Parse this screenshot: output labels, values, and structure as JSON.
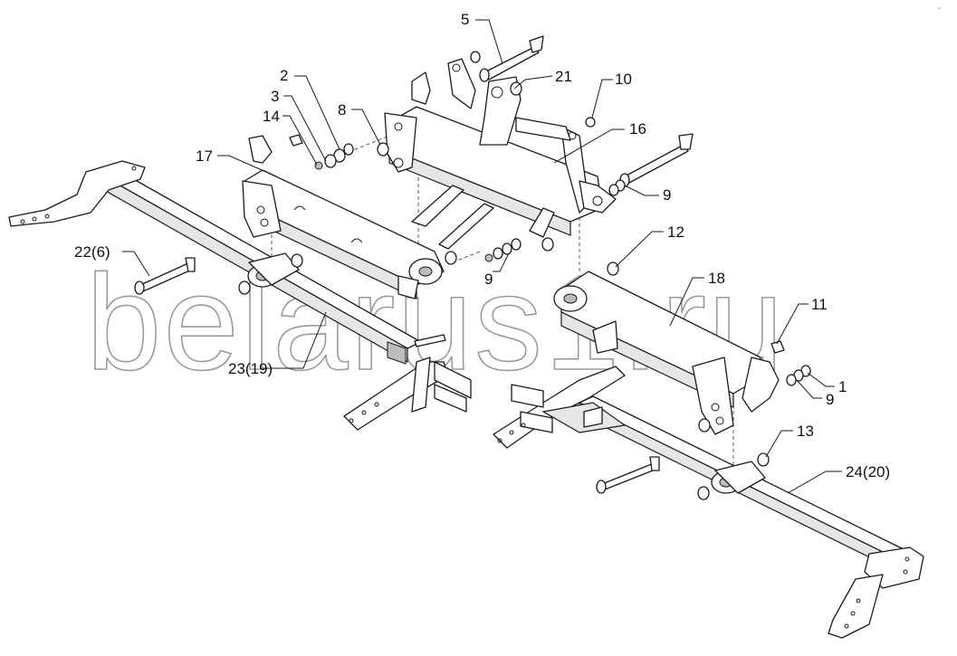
{
  "watermark": "belarus1.ru",
  "corner_mark": "~",
  "callouts": {
    "c5": "5",
    "c2": "2",
    "c21": "21",
    "c10": "10",
    "c3": "3",
    "c8": "8",
    "c14": "14",
    "c16": "16",
    "c17": "17",
    "c9a": "9",
    "c9b": "9",
    "c12": "12",
    "c22": "22(6)",
    "c18": "18",
    "c11": "11",
    "c23": "23(19)",
    "c1": "1",
    "c9c": "9",
    "c13": "13",
    "c24": "24(20)"
  }
}
